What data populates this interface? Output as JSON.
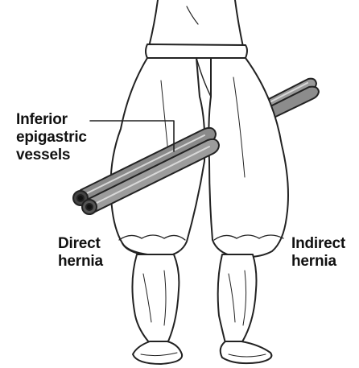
{
  "labels": {
    "inferior_epigastric": {
      "lines": [
        "Inferior",
        "epigastric",
        "vessels"
      ]
    },
    "direct_hernia": {
      "lines": [
        "Direct",
        "hernia"
      ]
    },
    "indirect_hernia": {
      "lines": [
        "Indirect",
        "hernia"
      ]
    }
  },
  "colors": {
    "outline": "#222222",
    "fill": "#ffffff",
    "tube_fill": "#9a9a9a",
    "tube_highlight": "#d8d8d8",
    "text": "#111111"
  },
  "icons": {
    "figure": "knickerbocker-legs-illustration",
    "vessels": "tube-pair"
  }
}
